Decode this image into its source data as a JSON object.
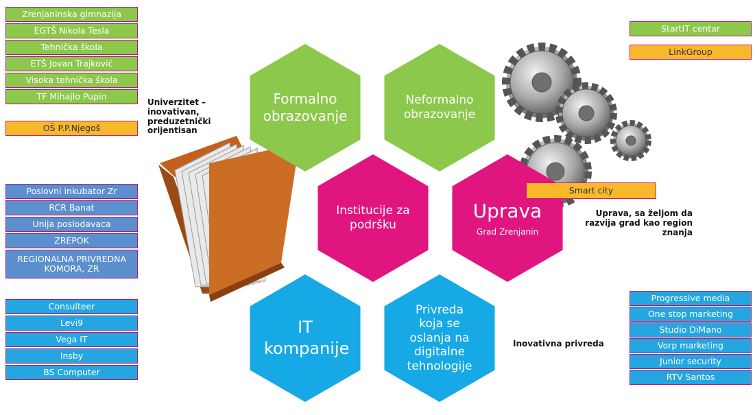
{
  "left_schools": [
    "Zrenjaninska gimnazija",
    "EGTŠ Nikola Tesla",
    "Tehnička škola",
    "ETŠ Jovan Trajković",
    "Visoka tehnička škola",
    "TF Mihajlo Pupin"
  ],
  "left_orange": "OŠ P.P.Njegoš",
  "left_support": [
    "Poslovni inkubator Zr",
    "RCR Banat",
    "Unija poslodavaca",
    "ZREPOK",
    "REGIONALNA PRIVREDNA KOMORA, ZR"
  ],
  "left_it": [
    "Consulteer",
    "Levi9",
    "Vega IT",
    "Insby",
    "BS Computer"
  ],
  "right_top": {
    "green": "StartIT centar",
    "orange": "LinkGroup"
  },
  "smart_city": "Smart city",
  "right_bottom": [
    "Progressive media",
    "One stop marketing",
    "Studio DiMano",
    "Vorp marketing",
    "Junior security",
    "RTV Santos"
  ],
  "hexes": {
    "formalno": "Formalno obrazovanje",
    "neformalno": "Neformalno obrazovanje",
    "institucije": "Institucije za podršku",
    "uprava": "Uprava",
    "uprava_sub": "Grad Zrenjanin",
    "it": "IT kompanije",
    "privreda": "Privreda koja se oslanja na digitalne tehnologije"
  },
  "notes": {
    "univerzitet": "Univerzitet – inovativan, preduzetnički orijentisan",
    "uprava": "Uprava, sa željom da razvija grad kao region znanja",
    "privreda": "Inovativna privreda"
  },
  "colors": {
    "green": "#8cc84b",
    "pink": "#e0157f",
    "cyan": "#16a9e5",
    "blue": "#5b8fce",
    "orange": "#f7b829",
    "border": "#b0177a"
  }
}
